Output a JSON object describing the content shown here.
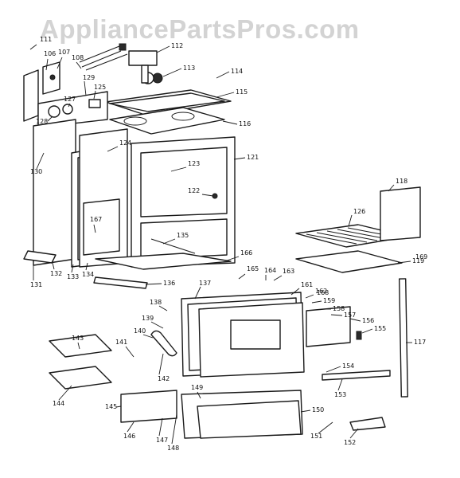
{
  "watermark": "AppliancePartsPros.com",
  "labels": [
    "106",
    "107",
    "108",
    "111",
    "112",
    "113",
    "114",
    "115",
    "116",
    "117",
    "118",
    "119",
    "121",
    "122",
    "123",
    "124",
    "125",
    "126",
    "127",
    "128",
    "129",
    "130",
    "131",
    "132",
    "133",
    "134",
    "135",
    "136",
    "137",
    "138",
    "139",
    "140",
    "141",
    "142",
    "143",
    "144",
    "145",
    "146",
    "147",
    "148",
    "149",
    "150",
    "151",
    "152",
    "153",
    "154",
    "155",
    "156",
    "157",
    "158",
    "159",
    "161",
    "162",
    "163",
    "164",
    "165",
    "166",
    "167",
    "168",
    "169"
  ]
}
